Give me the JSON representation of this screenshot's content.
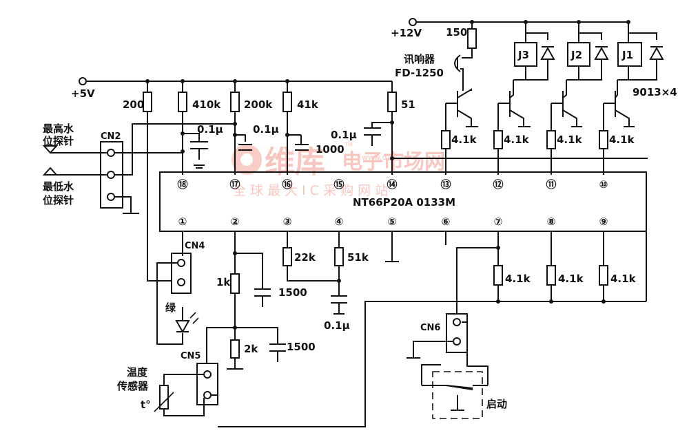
{
  "supply": {
    "plus12v": "+12V",
    "plus5v": "+5V"
  },
  "ic": {
    "part": "NT66P20A 0133M",
    "top_pins": [
      "⑱",
      "⑰",
      "⑯",
      "⑮",
      "⑭",
      "⑬",
      "⑫",
      "⑪",
      "⑩"
    ],
    "bottom_pins": [
      "①",
      "②",
      "③",
      "④",
      "⑤",
      "⑥",
      "⑦",
      "⑧",
      "⑨"
    ]
  },
  "resistors": {
    "r200": "200",
    "r410k": "410k",
    "r200k": "200k",
    "r41k": "41k",
    "r51": "51",
    "r150": "150",
    "r4k1": "4.1k",
    "r22k": "22k",
    "r51k": "51k",
    "r1k": "1k",
    "r2k": "2k"
  },
  "capacitors": {
    "c01u": "0.1μ",
    "c01u_b": "0.1μ",
    "c1000": "1000",
    "c1500": "1500"
  },
  "relays": [
    "J3",
    "J2",
    "J1"
  ],
  "transistor_label": "9013×4",
  "buzzer": {
    "name": "讯响器",
    "model": "FD-1250"
  },
  "connectors": {
    "cn2": "CN2",
    "cn4": "CN4",
    "cn5": "CN5",
    "cn6": "CN6"
  },
  "probes": {
    "high_line1": "最高水",
    "high_line2": "位探针",
    "low_line1": "最低水",
    "low_line2": "位探针"
  },
  "led_label": "绿",
  "sensor": {
    "line1": "温度",
    "line2": "传感器",
    "symbol": "t°"
  },
  "start_label": "启动",
  "watermark": {
    "brand": "维库",
    "tagline": "电子市场网",
    "slogan": "全 球 最 大 I C 采 购 网 站",
    "url": "www.dzsc.com",
    "tm": "TM"
  }
}
